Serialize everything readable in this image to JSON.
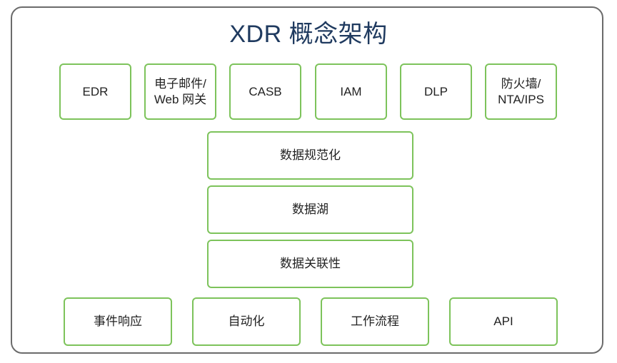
{
  "title": "XDR 概念架构",
  "sources": [
    {
      "label": "EDR"
    },
    {
      "label": "电子邮件/\nWeb 网关"
    },
    {
      "label": "CASB"
    },
    {
      "label": "IAM"
    },
    {
      "label": "DLP"
    },
    {
      "label": "防火墙/\nNTA/IPS"
    }
  ],
  "layers": [
    {
      "label": "数据规范化"
    },
    {
      "label": "数据湖"
    },
    {
      "label": "数据关联性"
    }
  ],
  "outputs": [
    {
      "label": "事件响应"
    },
    {
      "label": "自动化"
    },
    {
      "label": "工作流程"
    },
    {
      "label": "API"
    }
  ],
  "colors": {
    "box_border": "#7dc35b",
    "frame_border": "#6b6b6b",
    "title": "#1f3a5f"
  }
}
